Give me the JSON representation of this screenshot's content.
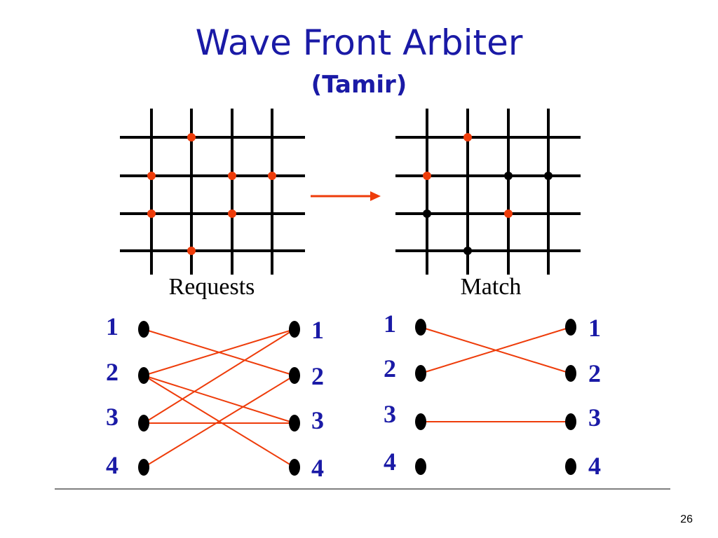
{
  "slide": {
    "title": "Wave Front Arbiter",
    "subtitle": "(Tamir)",
    "page_number": "26"
  },
  "colors": {
    "title": "#1a1aa6",
    "highlight": "#ee3c0a",
    "grid": "#000000"
  },
  "requests_grid": {
    "label": "Requests",
    "red_points": [
      [
        1,
        2
      ],
      [
        2,
        1
      ],
      [
        2,
        3
      ],
      [
        2,
        4
      ],
      [
        3,
        1
      ],
      [
        3,
        3
      ],
      [
        4,
        2
      ]
    ],
    "black_points": []
  },
  "match_grid": {
    "label": "Match",
    "red_points": [
      [
        1,
        2
      ],
      [
        2,
        1
      ],
      [
        3,
        3
      ]
    ],
    "black_points": [
      [
        2,
        3
      ],
      [
        2,
        4
      ],
      [
        3,
        1
      ],
      [
        4,
        2
      ]
    ]
  },
  "requests_graph": {
    "left_labels": [
      "1",
      "2",
      "3",
      "4"
    ],
    "right_labels": [
      "1",
      "2",
      "3",
      "4"
    ],
    "edges": [
      [
        1,
        2
      ],
      [
        2,
        1
      ],
      [
        2,
        3
      ],
      [
        2,
        4
      ],
      [
        3,
        1
      ],
      [
        3,
        3
      ],
      [
        4,
        2
      ]
    ]
  },
  "match_graph": {
    "left_labels": [
      "1",
      "2",
      "3",
      "4"
    ],
    "right_labels": [
      "1",
      "2",
      "3",
      "4"
    ],
    "edges": [
      [
        1,
        2
      ],
      [
        2,
        1
      ],
      [
        3,
        3
      ]
    ]
  }
}
